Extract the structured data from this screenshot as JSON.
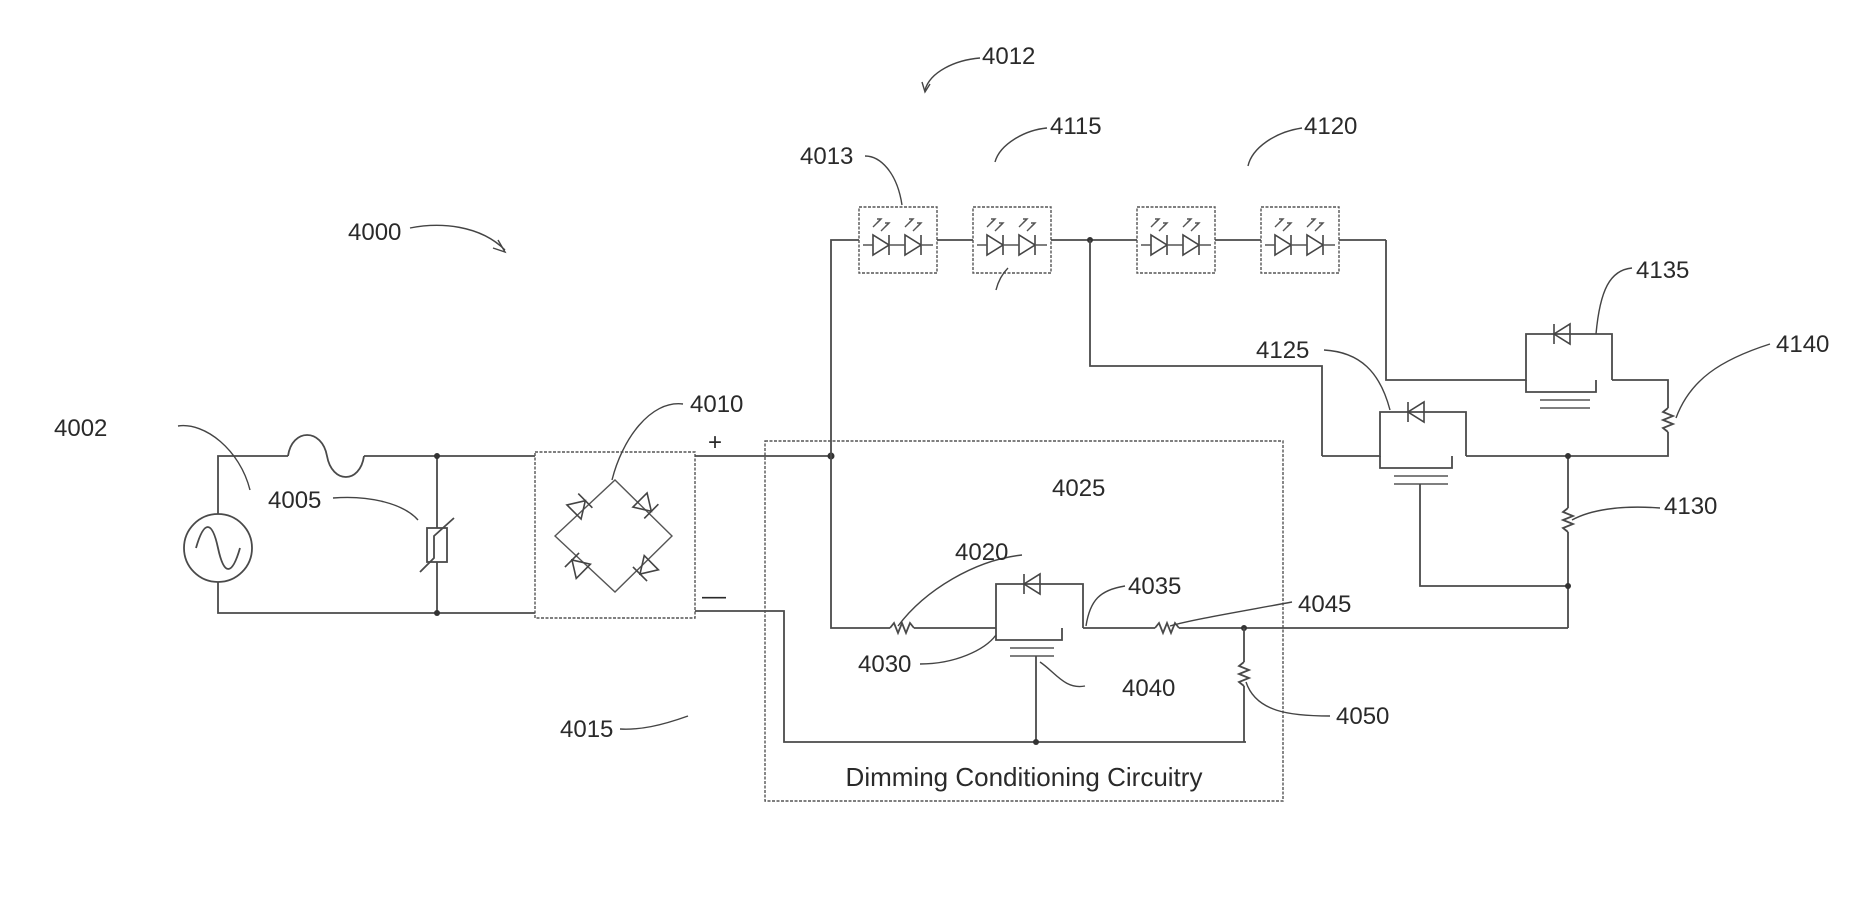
{
  "figure": {
    "labels": {
      "l4000": "4000",
      "l4002": "4002",
      "l4005": "4005",
      "l4010": "4010",
      "l4012": "4012",
      "l4013": "4013",
      "l4015": "4015",
      "l4020": "4020",
      "l4025": "4025",
      "l4030": "4030",
      "l4035": "4035",
      "l4040": "4040",
      "l4045": "4045",
      "l4050": "4050",
      "l4115": "4115",
      "l4120": "4120",
      "l4125": "4125",
      "l4130": "4130",
      "l4135": "4135",
      "l4140": "4140"
    },
    "polarity": {
      "plus": "+",
      "minus": "—"
    },
    "dimming_title": "Dimming Conditioning Circuitry"
  }
}
